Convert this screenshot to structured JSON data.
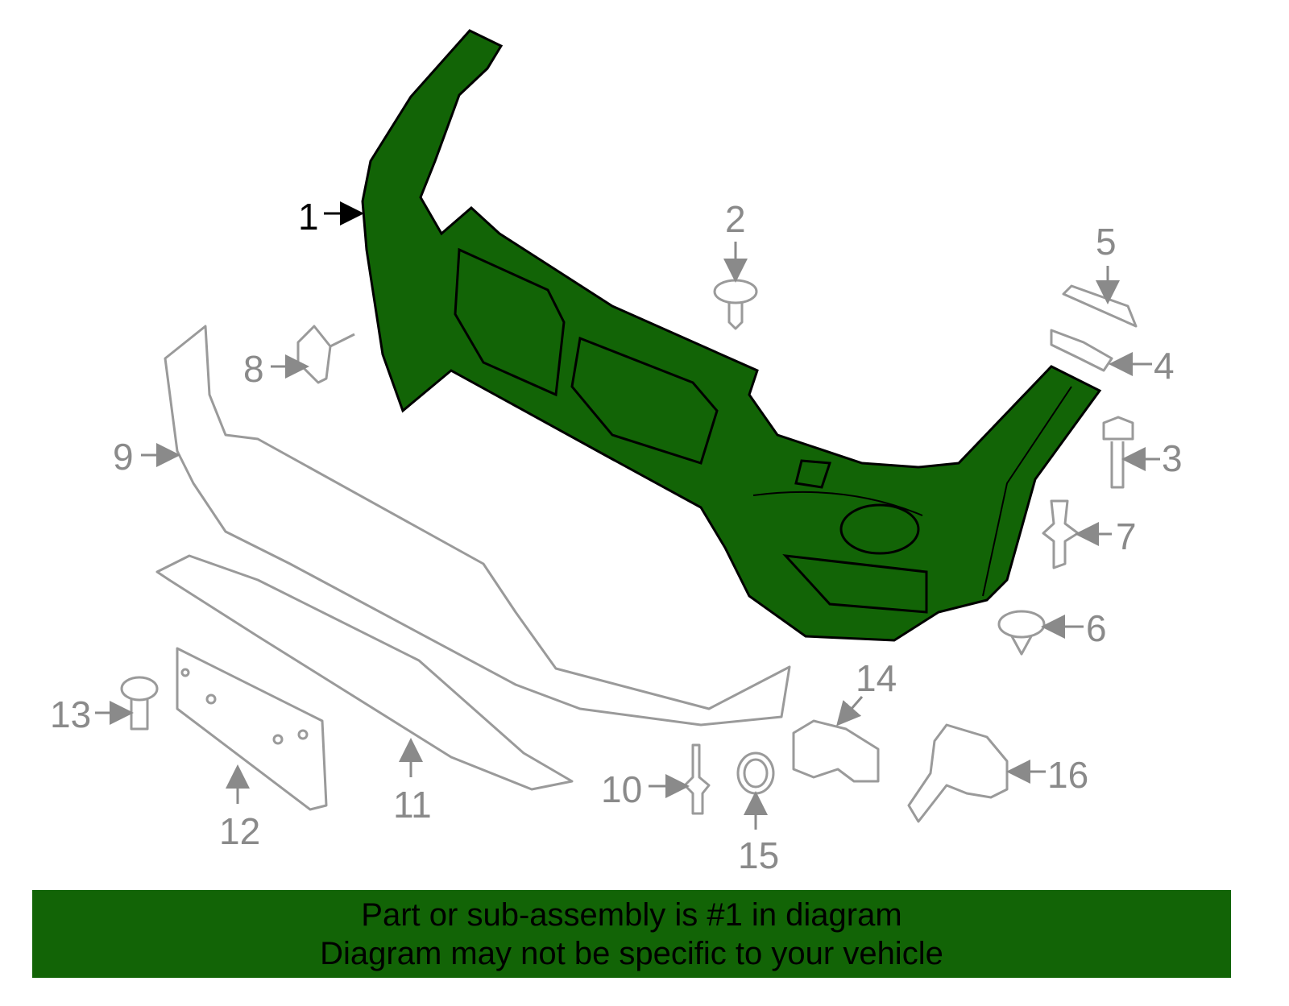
{
  "diagram": {
    "highlight_color": "#126406",
    "highlighted_part": "1",
    "callouts": [
      "1",
      "2",
      "3",
      "4",
      "5",
      "6",
      "7",
      "8",
      "9",
      "10",
      "11",
      "12",
      "13",
      "14",
      "15",
      "16"
    ]
  },
  "banner": {
    "line1": "Part or sub-assembly is #1 in diagram",
    "line2": "Diagram may not be specific to your vehicle"
  }
}
